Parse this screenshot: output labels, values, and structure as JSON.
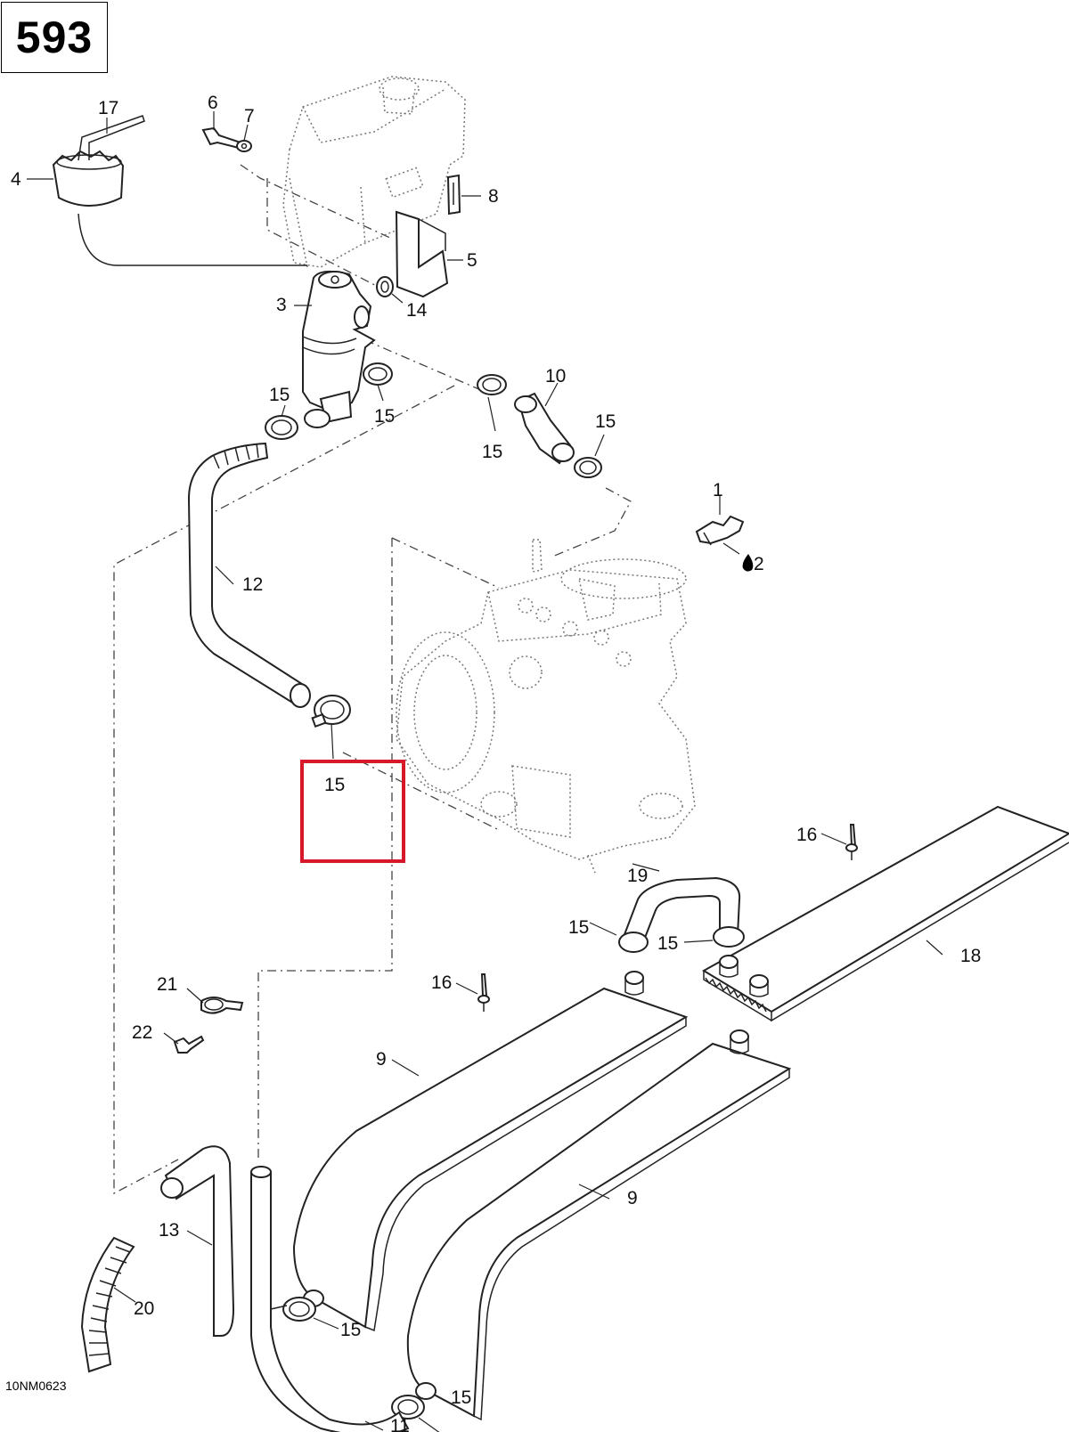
{
  "page_number": "593",
  "drawing_code": "10NM0623",
  "highlight_color": "#d6182a",
  "callouts": {
    "c1": "1",
    "c2": "2",
    "c3": "3",
    "c4": "4",
    "c5": "5",
    "c6": "6",
    "c7": "7",
    "c8": "8",
    "c9a": "9",
    "c9b": "9",
    "c10": "10",
    "c11": "11",
    "c12": "12",
    "c13": "13",
    "c14": "14",
    "c15": "15",
    "c16": "16",
    "c17": "17",
    "c18": "18",
    "c19": "19",
    "c20": "20",
    "c21": "21",
    "c22": "22"
  },
  "icons": {
    "oil_drop": "oil-drop-icon"
  }
}
